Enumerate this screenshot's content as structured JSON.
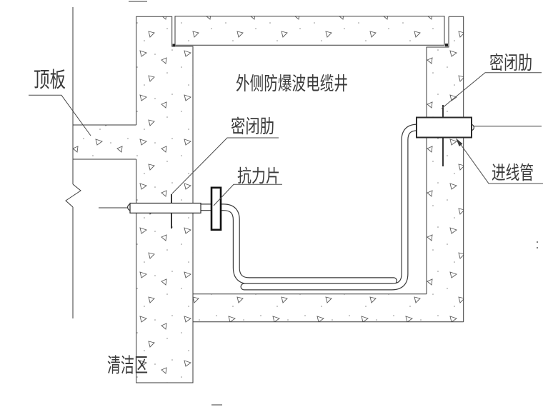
{
  "drawing": {
    "title": "外侧防爆波电缆井",
    "labels": {
      "roof_slab": "顶板",
      "sealing_rib_left": "密闭肋",
      "resistance_plate": "抗力片",
      "sealing_rib_right": "密闭肋",
      "incoming_conduit": "进线管",
      "clean_zone": "清洁区"
    },
    "colors": {
      "line": "#3a3a3a",
      "background": "#ffffff"
    }
  }
}
